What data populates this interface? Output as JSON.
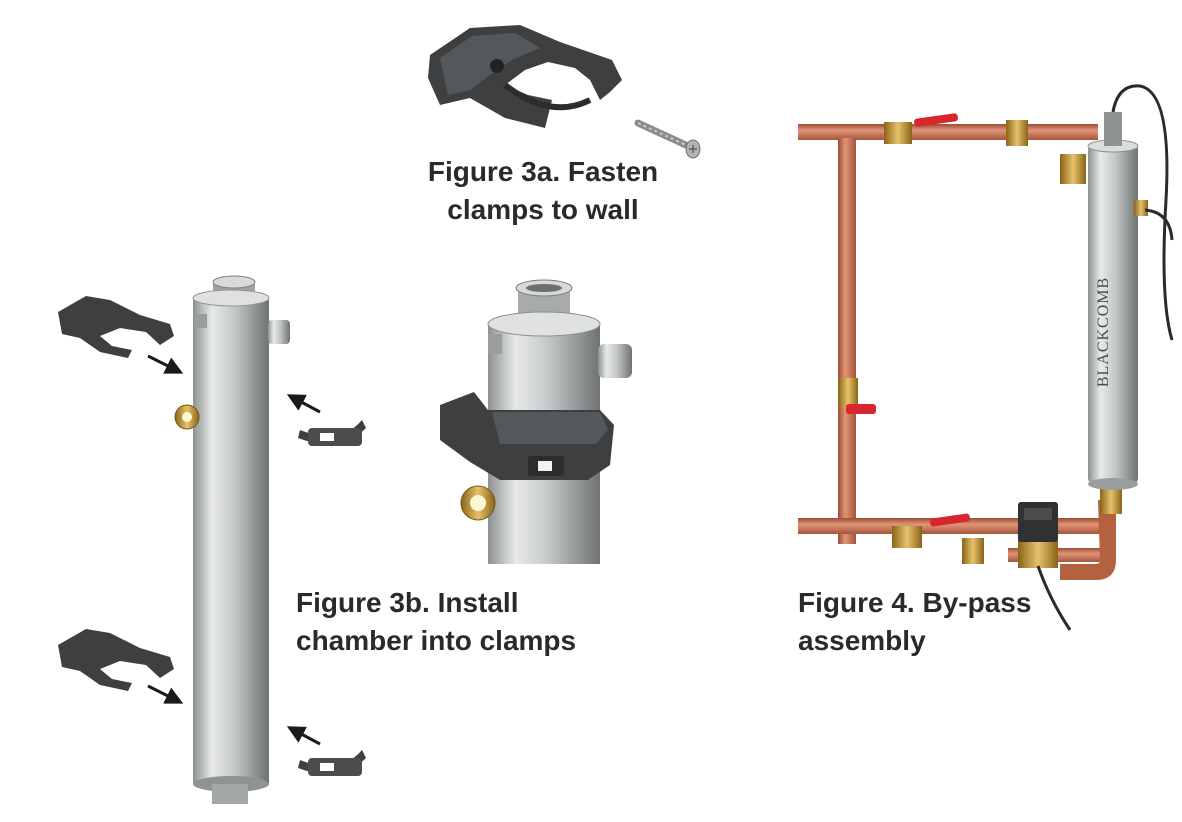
{
  "figures": {
    "fig3a": {
      "caption_line1": "Figure 3a. Fasten",
      "caption_line2": "clamps to wall"
    },
    "fig3b": {
      "caption_line1": "Figure 3b. Install",
      "caption_line2": "chamber into clamps"
    },
    "fig4": {
      "caption_line1": "Figure 4. By-pass",
      "caption_line2": "assembly"
    }
  },
  "brand": {
    "logo_text": "BLACKCOMB"
  },
  "colors": {
    "copper": "#c06a4c",
    "steel": "#b9bcbd",
    "clamp": "#3d3f41",
    "brass": "#c89a3a",
    "valve_handle": "#d8262c",
    "caption": "#2a2a2a"
  }
}
